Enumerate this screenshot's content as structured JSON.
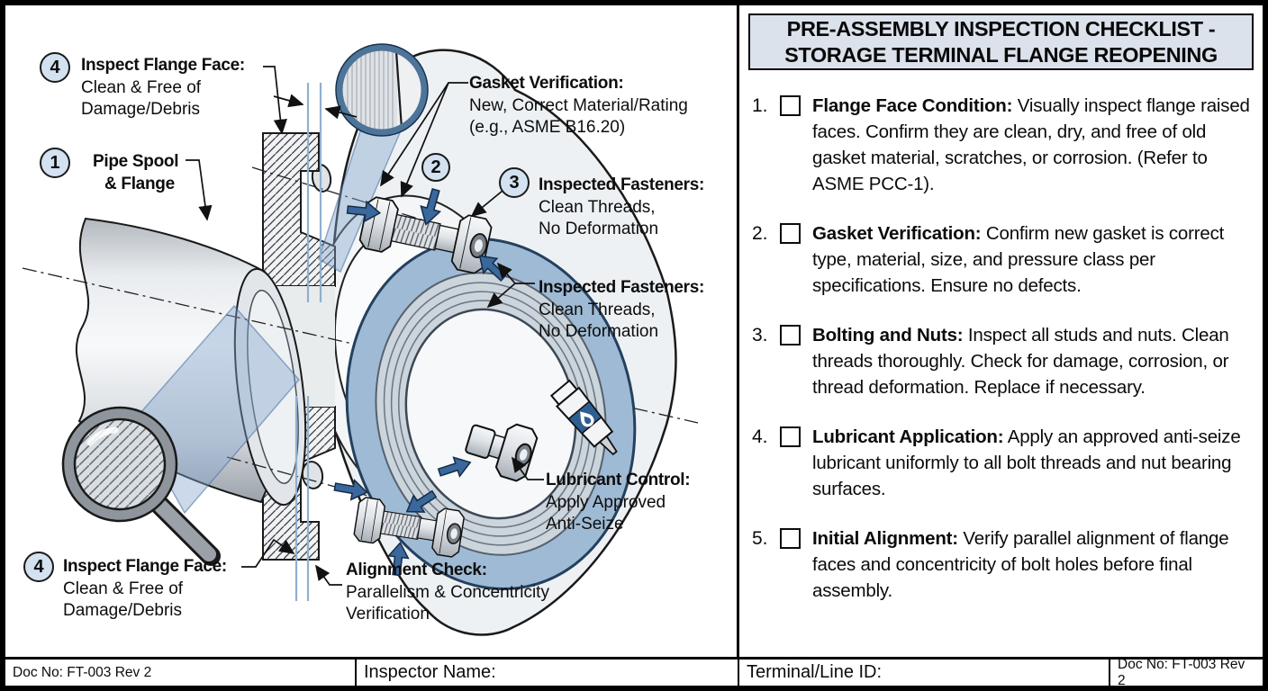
{
  "title": {
    "line1": "PRE-ASSEMBLY INSPECTION CHECKLIST -",
    "line2": "STORAGE TERMINAL FLANGE REOPENING"
  },
  "diagram": {
    "badges": {
      "top_flange": "4",
      "pipe": "1",
      "gasket_direction": "2",
      "fasteners": "3",
      "bottom_flange": "4"
    },
    "callouts": {
      "inspect_flange_face_top": {
        "title": "Inspect Flange Face:",
        "line1": "Clean & Free of",
        "line2": "Damage/Debris"
      },
      "pipe_spool": {
        "title": "Pipe Spool",
        "line1": "& Flange"
      },
      "gasket_verification": {
        "title": "Gasket Verification:",
        "line1": "New, Correct Material/Rating",
        "line2": "(e.g., ASME B16.20)"
      },
      "inspected_fasteners_1": {
        "title": "Inspected Fasteners:",
        "line1": "Clean Threads,",
        "line2": "No Deformation"
      },
      "inspected_fasteners_2": {
        "title": "Inspected Fasteners:",
        "line1": "Clean Threads,",
        "line2": "No Deformation"
      },
      "lubricant_control": {
        "title": "Lubricant Control:",
        "line1": "Apply Approved",
        "line2": "Anti-Seize"
      },
      "inspect_flange_face_bottom": {
        "title": "Inspect Flange Face:",
        "line1": "Clean & Free of",
        "line2": "Damage/Debris"
      },
      "alignment_check": {
        "title": "Alignment Check:",
        "line1": "Parallelism & Concentricity",
        "line2": "Verification"
      }
    }
  },
  "checklist": {
    "items": [
      {
        "number": "1.",
        "title": "Flange Face Condition:",
        "text": " Visually inspect flange raised faces. Confirm they are clean, dry, and free of old gasket material, scratches, or corrosion. (Refer to ASME PCC-1)."
      },
      {
        "number": "2.",
        "title": "Gasket Verification:",
        "text": " Confirm new gasket is correct type, material, size, and pressure class per specifications. Ensure no defects."
      },
      {
        "number": "3.",
        "title": "Bolting and Nuts:",
        "text": " Inspect all studs and nuts. Clean threads thoroughly. Check for damage, corrosion, or thread deformation. Replace if necessary."
      },
      {
        "number": "4.",
        "title": "Lubricant Application:",
        "text": " Apply an approved anti-seize lubricant uniformly to all bolt threads and nut bearing surfaces."
      },
      {
        "number": "5.",
        "title": "Initial Alignment:",
        "text": " Verify parallel alignment of flange faces and concentricity of bolt holes before final assembly."
      }
    ]
  },
  "footer": {
    "doc_no_left": "Doc No: FT-003 Rev 2",
    "inspector_label": "Inspector Name:",
    "terminal_label": "Terminal/Line ID:",
    "doc_no_right": "Doc No: FT-003 Rev 2"
  },
  "colors": {
    "arrow_blue": "#3a679c",
    "gasket_blue": "#9fbad4",
    "badge_fill": "#d3e1f0",
    "title_bg": "#dbe2ec"
  }
}
